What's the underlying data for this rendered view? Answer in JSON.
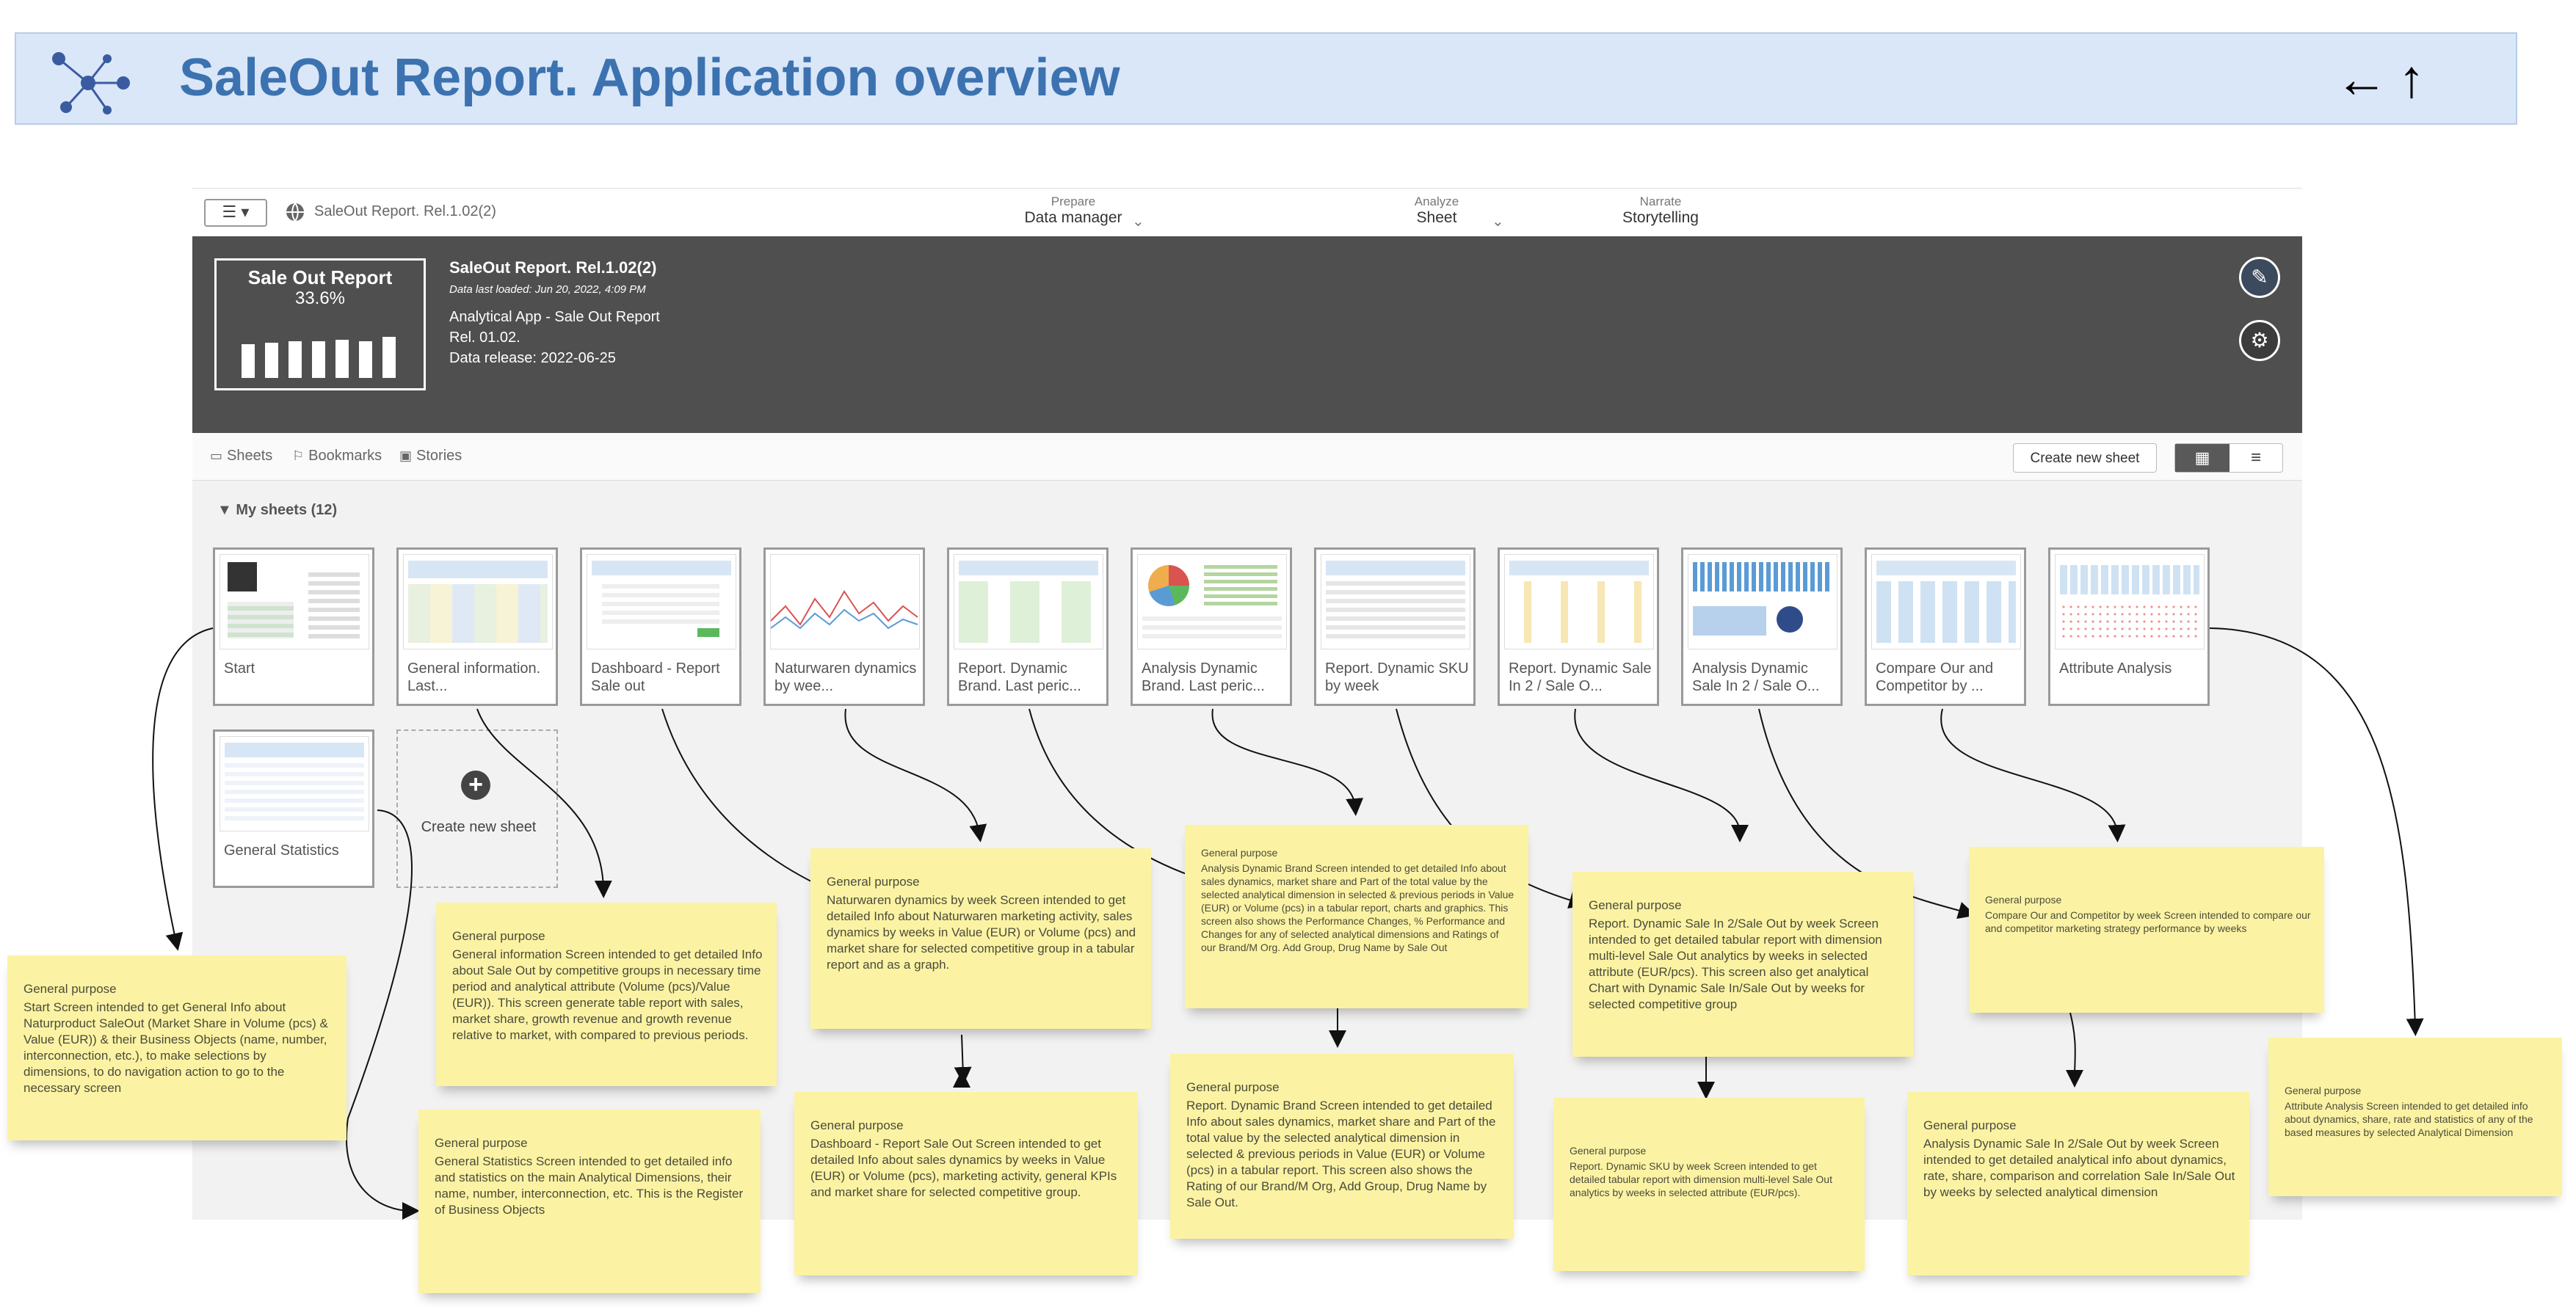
{
  "banner": {
    "title": "SaleOut Report. Application overview",
    "nav_arrows": "←↑",
    "logo_icon": "network-graph-icon"
  },
  "topbar": {
    "menu_icon": "hamburger-icon",
    "app_name": "SaleOut Report. Rel.1.02(2)",
    "prepare_small": "Prepare",
    "prepare_big": "Data manager",
    "analyze_small": "Analyze",
    "analyze_big": "Sheet",
    "narrate_small": "Narrate",
    "narrate_big": "Storytelling"
  },
  "hero": {
    "thumb_title": "Sale Out Report",
    "thumb_pct": "33.6%",
    "title": "SaleOut Report. Rel.1.02(2)",
    "date": "Data last loaded: Jun 20, 2022, 4:09 PM",
    "desc1": "Analytical App - Sale Out Report",
    "desc2": "Rel. 01.02.",
    "desc3": "Data release: 2022-06-25"
  },
  "tabs": {
    "sheets": "Sheets",
    "bookmarks": "Bookmarks",
    "stories": "Stories",
    "create_new_sheet": "Create new sheet"
  },
  "my_sheets_label": "My sheets (12)",
  "sheets": [
    {
      "label": "Start"
    },
    {
      "label": "General information. Last..."
    },
    {
      "label": "Dashboard - Report Sale out"
    },
    {
      "label": "Naturwaren dynamics by wee..."
    },
    {
      "label": "Report. Dynamic Brand. Last peric..."
    },
    {
      "label": "Analysis Dynamic Brand. Last peric..."
    },
    {
      "label": "Report. Dynamic SKU by week"
    },
    {
      "label": "Report. Dynamic Sale In 2 / Sale O..."
    },
    {
      "label": "Analysis Dynamic Sale In 2 / Sale O..."
    },
    {
      "label": "Compare Our and Competitor by ..."
    },
    {
      "label": "Attribute Analysis"
    },
    {
      "label": "General Statistics"
    }
  ],
  "create_sheet_label": "Create new sheet",
  "notes": {
    "heading": "General purpose",
    "start": "Start Screen intended to get General Info about Naturproduct SaleOut (Market Share in Volume (pcs) & Value (EUR)) & their Business Objects (name, number, interconnection, etc.), to make selections by dimensions, to do navigation action to go to the necessary screen",
    "general_info": "General information Screen intended to get detailed Info about Sale Out by competitive groups in necessary time period and analytical attribute (Volume (pcs)/Value (EUR)). This screen generate table report with sales, market share, growth revenue and growth revenue relative to market, with compared to previous periods.",
    "general_stats": "General Statistics Screen intended to get detailed info and statistics on the main Analytical Dimensions, their name, number, interconnection, etc. This is the Register of Business Objects",
    "naturwaren": "Naturwaren dynamics by week Screen intended to get detailed Info about Naturwaren marketing activity, sales dynamics by weeks in Value (EUR) or Volume (pcs) and market share for selected competitive group in a tabular report and as a graph.",
    "dashboard": "Dashboard - Report Sale Out Screen intended to get detailed Info about sales dynamics by weeks in Value (EUR) or Volume (pcs), marketing activity, general KPIs and market share for selected competitive group.",
    "analysis_brand": "Analysis Dynamic Brand Screen intended to get detailed Info about sales dynamics, market share and Part of the total value by the selected analytical dimension in selected & previous periods in Value (EUR) or Volume (pcs) in a tabular report, charts and graphics. This screen also shows the Performance Changes, % Performance and Changes for any of selected analytical dimensions and Ratings of our Brand/M Org. Add Group, Drug Name by Sale Out",
    "report_brand": "Report. Dynamic Brand Screen intended to get detailed Info about sales dynamics, market share and Part of the total value by the selected analytical dimension in selected & previous periods in Value (EUR) or Volume (pcs) in a tabular report. This screen also shows the Rating of our Brand/M Org, Add Group, Drug Name by Sale Out.",
    "report_salein": "Report. Dynamic Sale In 2/Sale Out by week Screen intended to get detailed tabular report with dimension multi-level Sale Out analytics by weeks in selected attribute (EUR/pcs). This screen also get analytical Chart with Dynamic Sale In/Sale Out by weeks for selected competitive group",
    "report_sku": "Report. Dynamic SKU by week Screen intended to get detailed tabular report with dimension multi-level Sale Out analytics by weeks in selected attribute (EUR/pcs).",
    "compare": "Compare Our and Competitor by week Screen intended to compare our and competitor marketing strategy performance by weeks",
    "analysis_salein": "Analysis Dynamic Sale In 2/Sale Out by week Screen intended to get detailed analytical info about dynamics, rate, share, comparison and correlation Sale In/Sale Out by weeks by selected analytical dimension",
    "attribute": "Attribute Analysis Screen intended to get detailed info about dynamics, share, rate and statistics of any of the based measures by selected Analytical Dimension"
  },
  "colors": {
    "banner_bg": "#dae7f8",
    "banner_title": "#3c72b0",
    "hero_bg": "#4f4f4f",
    "note_bg": "#fbf3a3"
  }
}
